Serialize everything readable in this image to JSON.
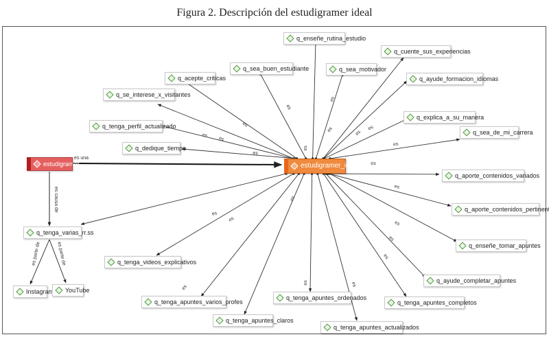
{
  "caption": "Figura 2. Descripción del estudigramer ideal",
  "center": {
    "label": "estudigramer_ideal",
    "color": "#f08a3e"
  },
  "source": {
    "label": "estudigramer",
    "color": "#e46060",
    "edge_label": "es una"
  },
  "edge_label": "es",
  "nodes": [
    {
      "id": "n1",
      "label": "q_enseñe_rutina_estudio"
    },
    {
      "id": "n2",
      "label": "q_cuente_sus_experiencias"
    },
    {
      "id": "n3",
      "label": "q_sea_buen_estudiante"
    },
    {
      "id": "n4",
      "label": "q_sea_motivador"
    },
    {
      "id": "n5",
      "label": "q_acepte_criticas"
    },
    {
      "id": "n6",
      "label": "q_ayude_formacion_idiomas"
    },
    {
      "id": "n7",
      "label": "q_se_interese_x_visitantes"
    },
    {
      "id": "n8",
      "label": "q_explica_a_su_manera"
    },
    {
      "id": "n9",
      "label": "q_tenga_perfil_actualizado"
    },
    {
      "id": "n10",
      "label": "q_sea_de_mi_carrera"
    },
    {
      "id": "n11",
      "label": "q_dedique_tiempo"
    },
    {
      "id": "n12",
      "label": "q_aporte_contenidos_variados"
    },
    {
      "id": "n13",
      "label": "q_aporte_contenidos_pertinentes"
    },
    {
      "id": "n14",
      "label": "q_tenga_varias_rr.ss"
    },
    {
      "id": "n15",
      "label": "q_enseñe_tomar_apuntes"
    },
    {
      "id": "n16",
      "label": "q_tenga_videos_explicativos"
    },
    {
      "id": "n17",
      "label": "q_ayude_completar_apuntes"
    },
    {
      "id": "n18",
      "label": "q_tenga_apuntes_ordenados"
    },
    {
      "id": "n19",
      "label": "q_tenga_apuntes_varios_profes"
    },
    {
      "id": "n20",
      "label": "q_tenga_apuntes_completos"
    },
    {
      "id": "n21",
      "label": "q_tenga_apuntes_claros"
    },
    {
      "id": "n22",
      "label": "q_tenga_apuntes_actualizados"
    }
  ],
  "leaves": [
    {
      "id": "ig",
      "label": "Instagram",
      "edge_label": "es parte de"
    },
    {
      "id": "yt",
      "label": "YouTube",
      "edge_label": "es parte de"
    }
  ],
  "cause_label": "es causa de"
}
